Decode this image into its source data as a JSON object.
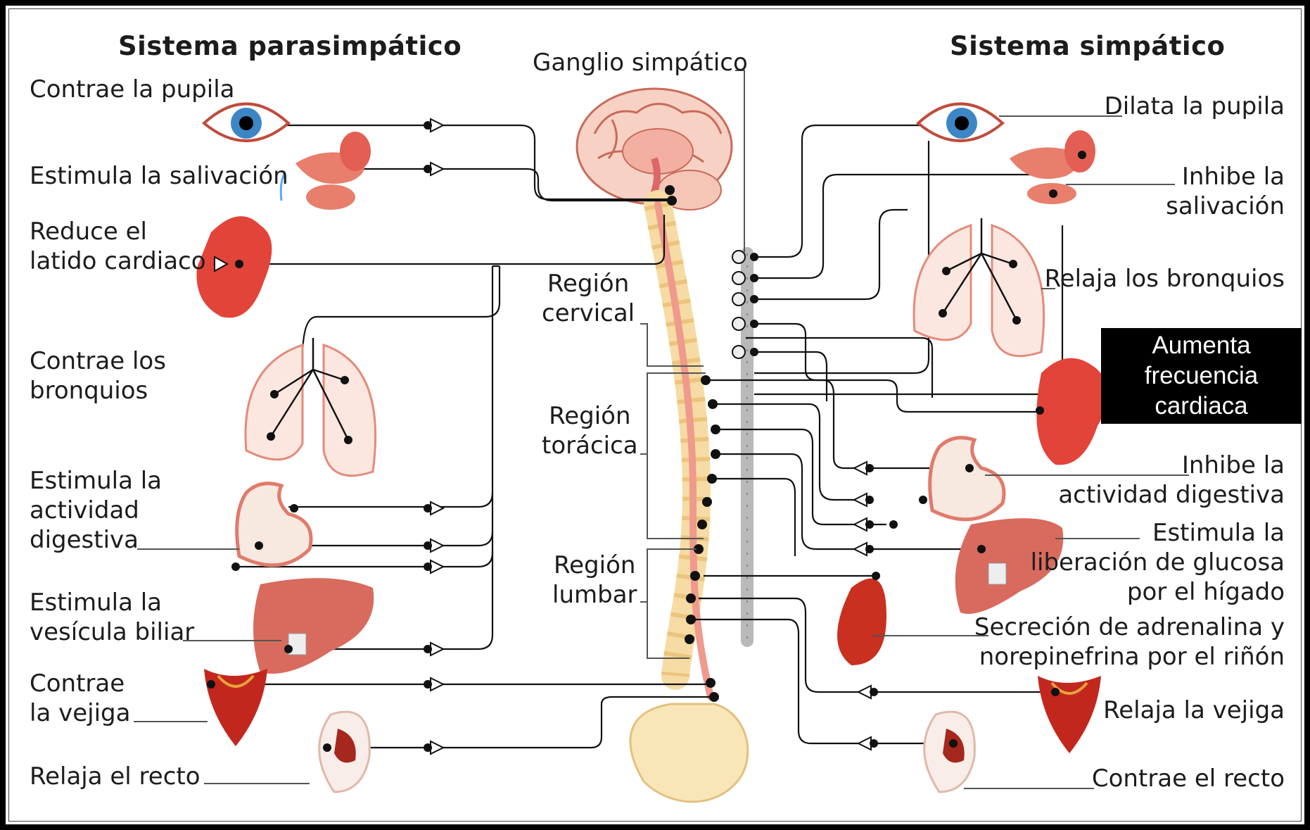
{
  "colors": {
    "spine_bone": "#f8e3b0",
    "spinal_cord": "#ef9a8c",
    "sympathetic_chain": "#b9b9b9",
    "organ_red": "#e2443a",
    "callout_bg": "#000000",
    "callout_text": "#ffffff"
  },
  "titles": {
    "parasympathetic": "Sistema parasimpático",
    "sympathetic": "Sistema simpático",
    "ganglion": "Ganglio simpático"
  },
  "regions": {
    "cervical": "Región\ncervical",
    "thoracic": "Región\ntorácica",
    "lumbar": "Región\nlumbar"
  },
  "parasympathetic_labels": [
    "Contrae la pupila",
    "Estimula la salivación",
    "Reduce el\nlatido cardiaco",
    "Contrae los\nbronquios",
    "Estimula la\nactividad\ndigestiva",
    "Estimula la\nvesícula biliar",
    "Contrae\nla vejiga",
    "Relaja el recto"
  ],
  "sympathetic_labels": [
    "Dilata la pupila",
    "Inhibe la\nsalivación",
    "Relaja los bronquios",
    "Inhibe la\nactividad digestiva",
    "Estimula la\nliberación de glucosa\npor el hígado",
    "Secreción de adrenalina y\nnorepinefrina por el riñón",
    "Relaja la vejiga",
    "Contrae el recto"
  ],
  "callout": "Aumenta\nfrecuencia\ncardiaca",
  "icons": [
    "eye-icon",
    "salivary-gland-icon",
    "heart-icon",
    "lungs-icon",
    "stomach-icon",
    "liver-icon",
    "bladder-icon",
    "rectum-icon",
    "brain-icon",
    "kidney-icon",
    "spine-icon"
  ]
}
